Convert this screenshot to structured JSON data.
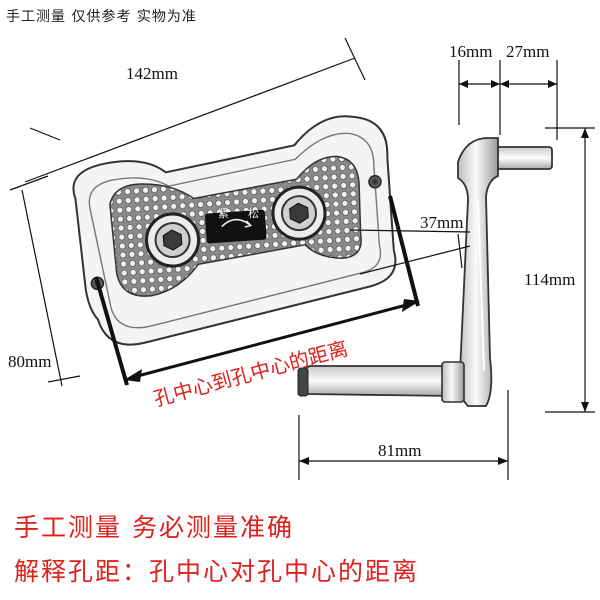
{
  "header_caption": "手工测量 仅供参考 实物为准",
  "dimensions": {
    "length": "142mm",
    "width": "80mm",
    "thickness": "37mm",
    "offset_a": "16mm",
    "offset_b": "27mm",
    "height": "114mm",
    "crank_length": "81mm"
  },
  "hole_distance_label": "孔中心到孔中心的距离",
  "direction_marks": [
    "紧",
    "松"
  ],
  "footer": {
    "line1": "手工测量  务必测量准确",
    "line2": "解释孔距：孔中心对孔中心的距离"
  },
  "colors": {
    "accent": "#e0201c",
    "line": "#111111"
  }
}
